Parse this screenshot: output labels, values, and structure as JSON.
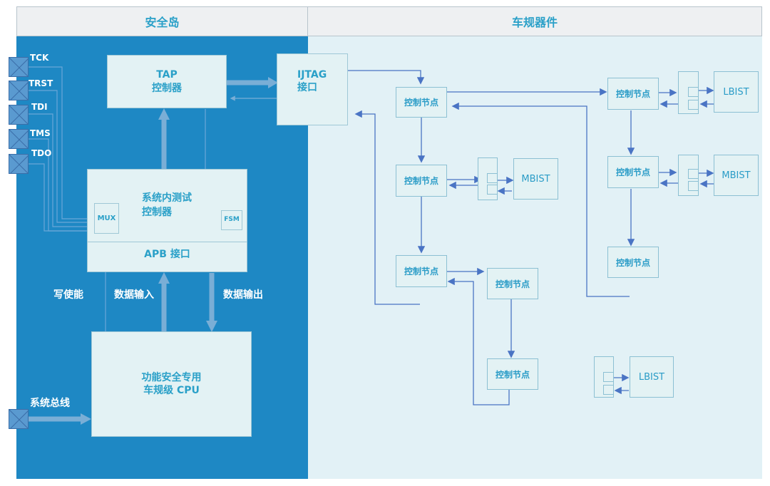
{
  "headers": {
    "left": "安全岛",
    "right": "车规器件"
  },
  "pins": [
    "TCK",
    "TRST",
    "TDI",
    "TMS",
    "TDO"
  ],
  "bus_pin_label": "系统总线",
  "tap": {
    "line1": "TAP",
    "line2": "控制器"
  },
  "ijtag": {
    "line1": "IJTAG",
    "line2": "接口"
  },
  "ist": {
    "line1": "系统内测试",
    "line2": "控制器",
    "mux": "MUX",
    "fsm": "FSM",
    "apb": "APB 接口"
  },
  "side_labels": {
    "write_enable": "写使能",
    "data_in": "数据输入",
    "data_out": "数据输出"
  },
  "cpu": {
    "line1": "功能安全专用",
    "line2": "车规级 CPU"
  },
  "node_label": "控制节点",
  "bist": {
    "mbist": "MBIST",
    "lbist": "LBIST"
  },
  "colors": {
    "panel_blue": "#1e88c4",
    "panel_light": "#e2f1f6",
    "text_accent": "#2aa0c8",
    "arrow": "#4a74c4"
  }
}
